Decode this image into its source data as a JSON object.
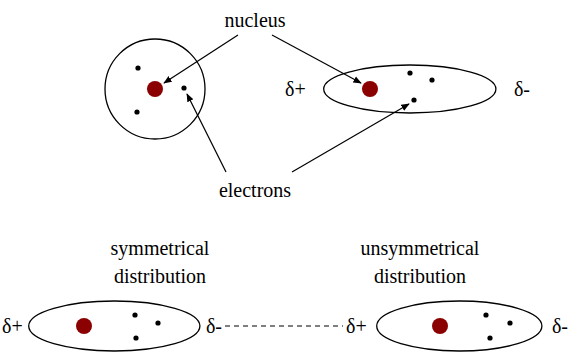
{
  "diagram": {
    "nodes": [
      {
        "text": [
          "δ+",
          "δ-"
        ]
      },
      {
        "text": [
          "δ+",
          "δ-"
        ]
      },
      {
        "text": [
          "δ+",
          "δ-"
        ]
      }
    ],
    "edges": [
      {
        "from": 1,
        "to": 2,
        "arrow": "none"
      }
    ],
    "labels": [
      "nucleus",
      "electrons",
      "symmetrical distribution",
      "unsymmetrical distribution"
    ]
  }
}
